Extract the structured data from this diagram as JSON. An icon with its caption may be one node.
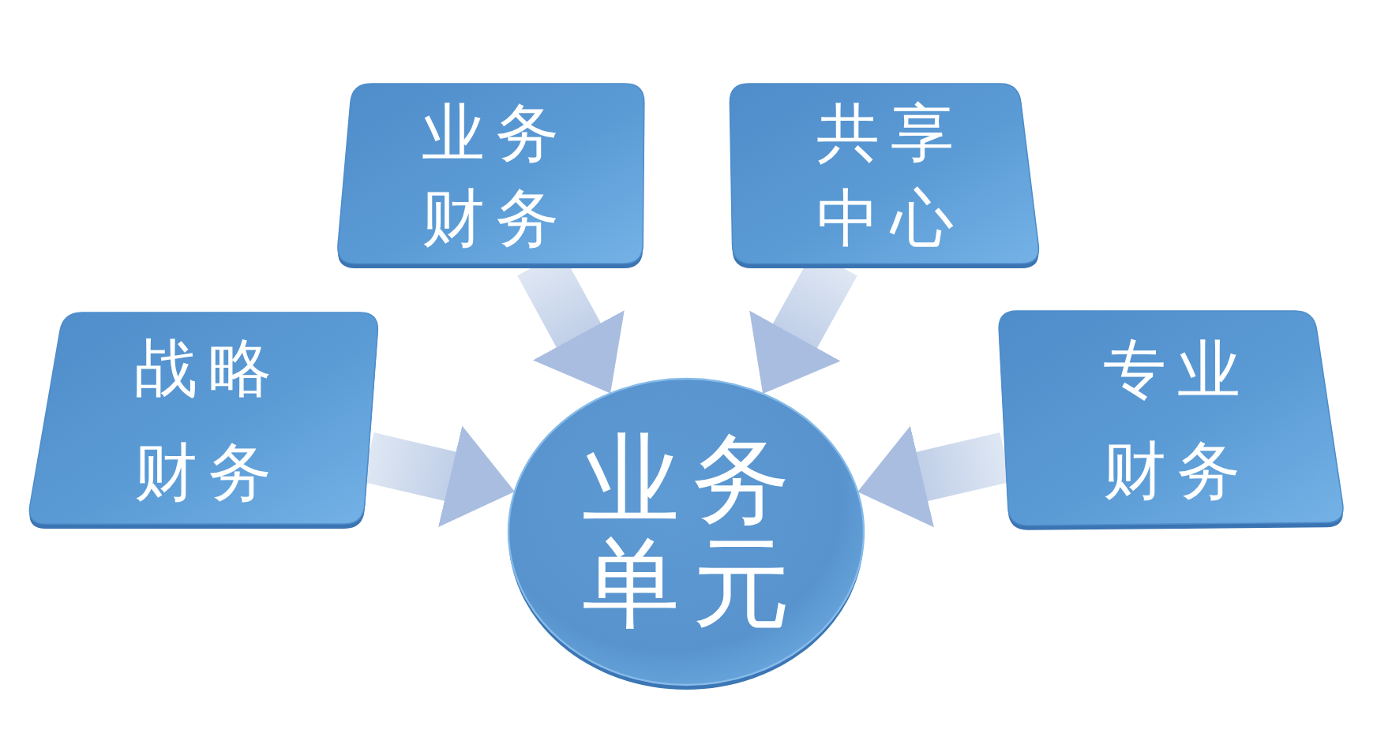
{
  "diagram": {
    "nodes": [
      {
        "text": [
          "业务财务"
        ]
      },
      {
        "text": [
          "共享中心"
        ]
      },
      {
        "text": [
          "战略财务"
        ]
      },
      {
        "text": [
          "专业财务"
        ]
      },
      {
        "text": [
          "业务单元"
        ]
      }
    ],
    "edges": [
      {
        "from": 0,
        "to": 4,
        "arrow": "to"
      },
      {
        "from": 1,
        "to": 4,
        "arrow": "to"
      },
      {
        "from": 2,
        "to": 4,
        "arrow": "to"
      },
      {
        "from": 3,
        "to": 4,
        "arrow": "to"
      }
    ]
  }
}
